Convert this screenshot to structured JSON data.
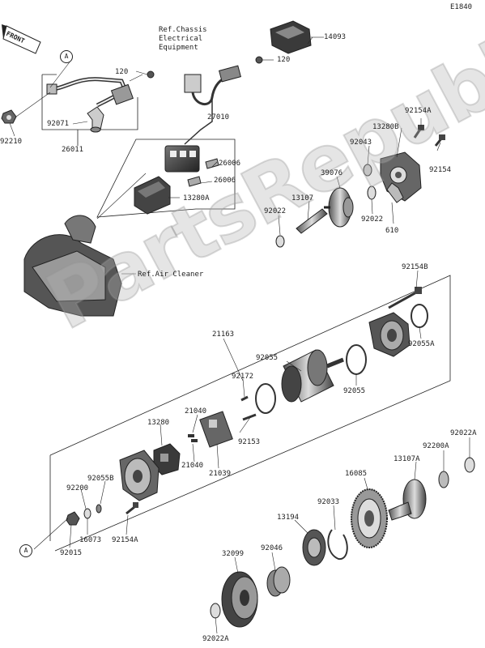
{
  "diagram_code": "E1840",
  "front_label": "FRONT",
  "watermark": "PartsRepublik",
  "ref_notes": {
    "chassis": "Ref.Chassis\nElectrical\nEquipment",
    "air_cleaner": "Ref.Air Cleaner"
  },
  "callout_marker": "A",
  "parts": {
    "p14093": "14093",
    "p120a": "120",
    "p120b": "120",
    "p92071": "92071",
    "p92210": "92210",
    "p26011": "26011",
    "p27010": "27010",
    "p26006a": "26006",
    "p26006b": "26006",
    "p13280a": "13280A",
    "p92154a_top": "92154A",
    "p13280b": "13280B",
    "p92043": "92043",
    "p39076": "39076",
    "p92154_top": "92154",
    "p13107": "13107",
    "p92022_left": "92022",
    "p92022_mid": "92022",
    "p610": "610",
    "p92154b": "92154B",
    "p21163": "21163",
    "p92055a": "92055A",
    "p92055_top": "92055",
    "p92055_mid": "92055",
    "p92172": "92172",
    "p21040": "21040",
    "p13280": "13280",
    "p92153": "92153",
    "p21040b": "21040",
    "p21039": "21039",
    "p92022a_right": "92022A",
    "p92200a": "92200A",
    "p13107a": "13107A",
    "p16085": "16085",
    "p92055b": "92055B",
    "p92200": "92200",
    "p92033": "92033",
    "p13194": "13194",
    "p16073": "16073",
    "p92154a_bot": "92154A",
    "p92015": "92015",
    "p32099": "32099",
    "p92046": "92046",
    "p92022a_bot": "92022A"
  },
  "colors": {
    "line": "#222222",
    "part_dark": "#3a3a3a",
    "part_mid": "#8a8a8a",
    "part_light": "#d8d8d8",
    "watermark": "#b4b4b4"
  }
}
